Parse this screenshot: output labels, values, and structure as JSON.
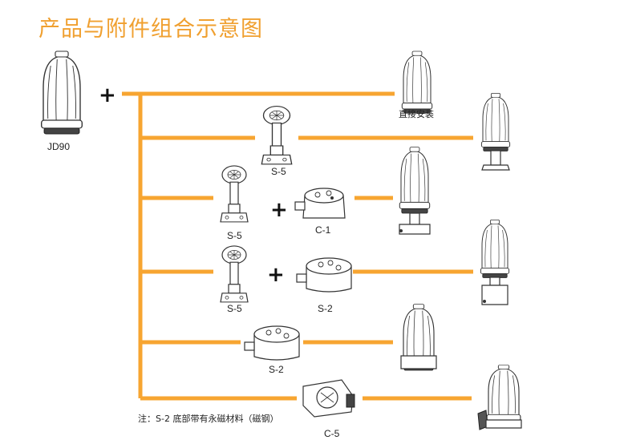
{
  "title": "产品与附件组合示意图",
  "colors": {
    "connector": "#f7a531",
    "outline": "#333333",
    "title": "#f0a030"
  },
  "labels": {
    "main_light": "JD90",
    "direct_mount": "直接安装",
    "s5_row1": "S-5",
    "s5_row2": "S-5",
    "c1": "C-1",
    "s5_row3": "S-5",
    "s2_row3": "S-2",
    "s2_row4": "S-2",
    "c5": "C-5",
    "plus_main": "+",
    "plus_row2": "+",
    "plus_row3": "+"
  },
  "note": "注：S-2 底部带有永磁材料（磁钢）"
}
